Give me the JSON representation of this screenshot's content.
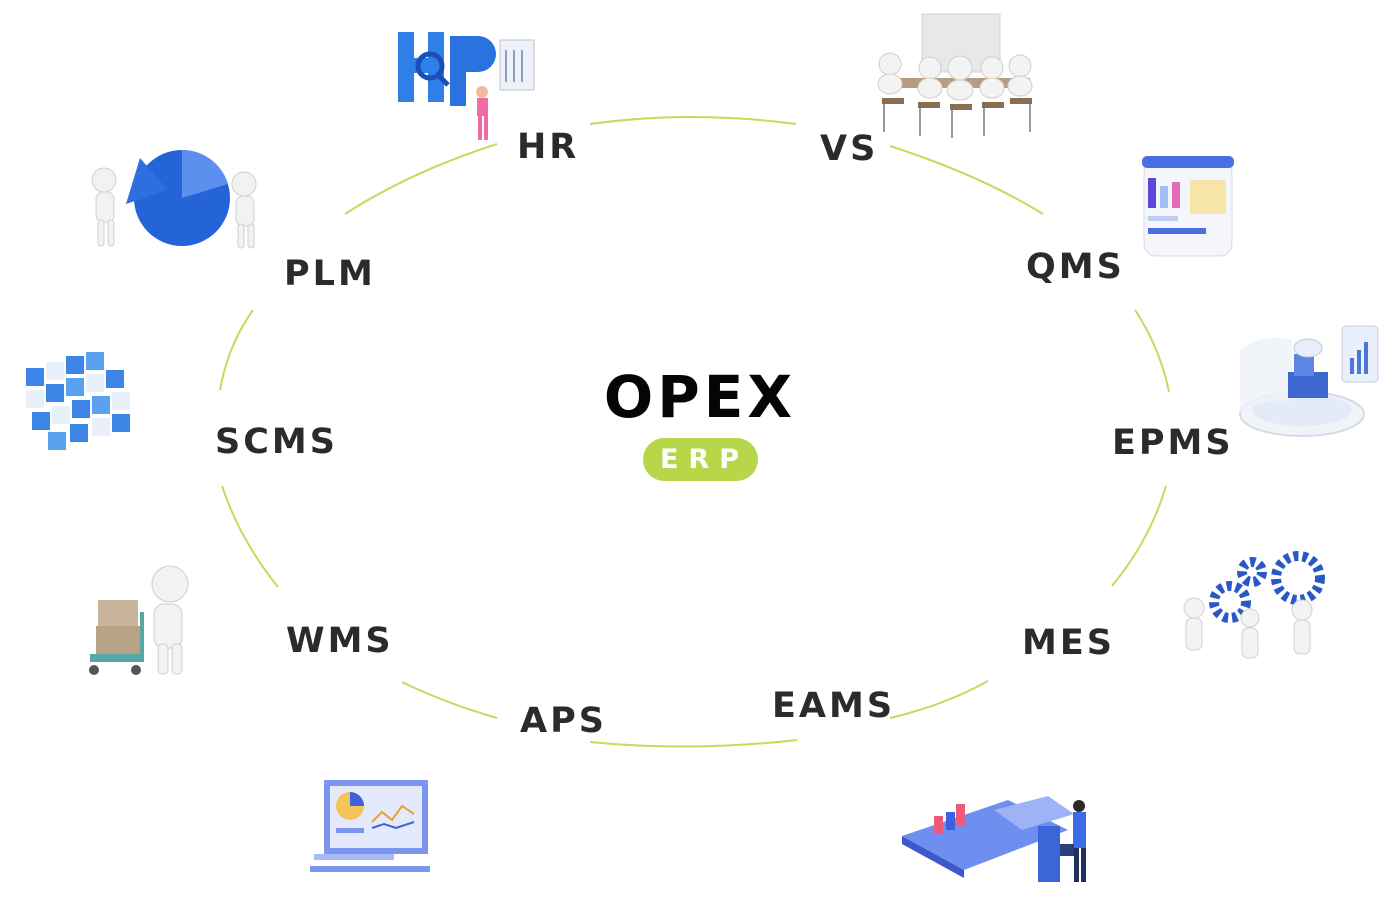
{
  "center": {
    "title": "OPEX",
    "badge": "ERP"
  },
  "colors": {
    "ring": "#c3dc5a",
    "badge": "#b8d64a",
    "label": "#2b2b2b",
    "title": "#050505"
  },
  "modules": [
    {
      "id": "hr",
      "label": "HR",
      "icon": "hr-letters-icon"
    },
    {
      "id": "vs",
      "label": "VS",
      "icon": "meeting-room-icon"
    },
    {
      "id": "qms",
      "label": "QMS",
      "icon": "clipboard-chart-icon"
    },
    {
      "id": "epms",
      "label": "EPMS",
      "icon": "hologram-platform-icon"
    },
    {
      "id": "mes",
      "label": "MES",
      "icon": "gears-team-icon"
    },
    {
      "id": "eams",
      "label": "EAMS",
      "icon": "analytics-desk-icon"
    },
    {
      "id": "aps",
      "label": "APS",
      "icon": "dashboard-monitor-icon"
    },
    {
      "id": "wms",
      "label": "WMS",
      "icon": "hand-truck-icon"
    },
    {
      "id": "scms",
      "label": "SCMS",
      "icon": "cube-blocks-icon"
    },
    {
      "id": "plm",
      "label": "PLM",
      "icon": "pie-chart-figures-icon"
    }
  ]
}
